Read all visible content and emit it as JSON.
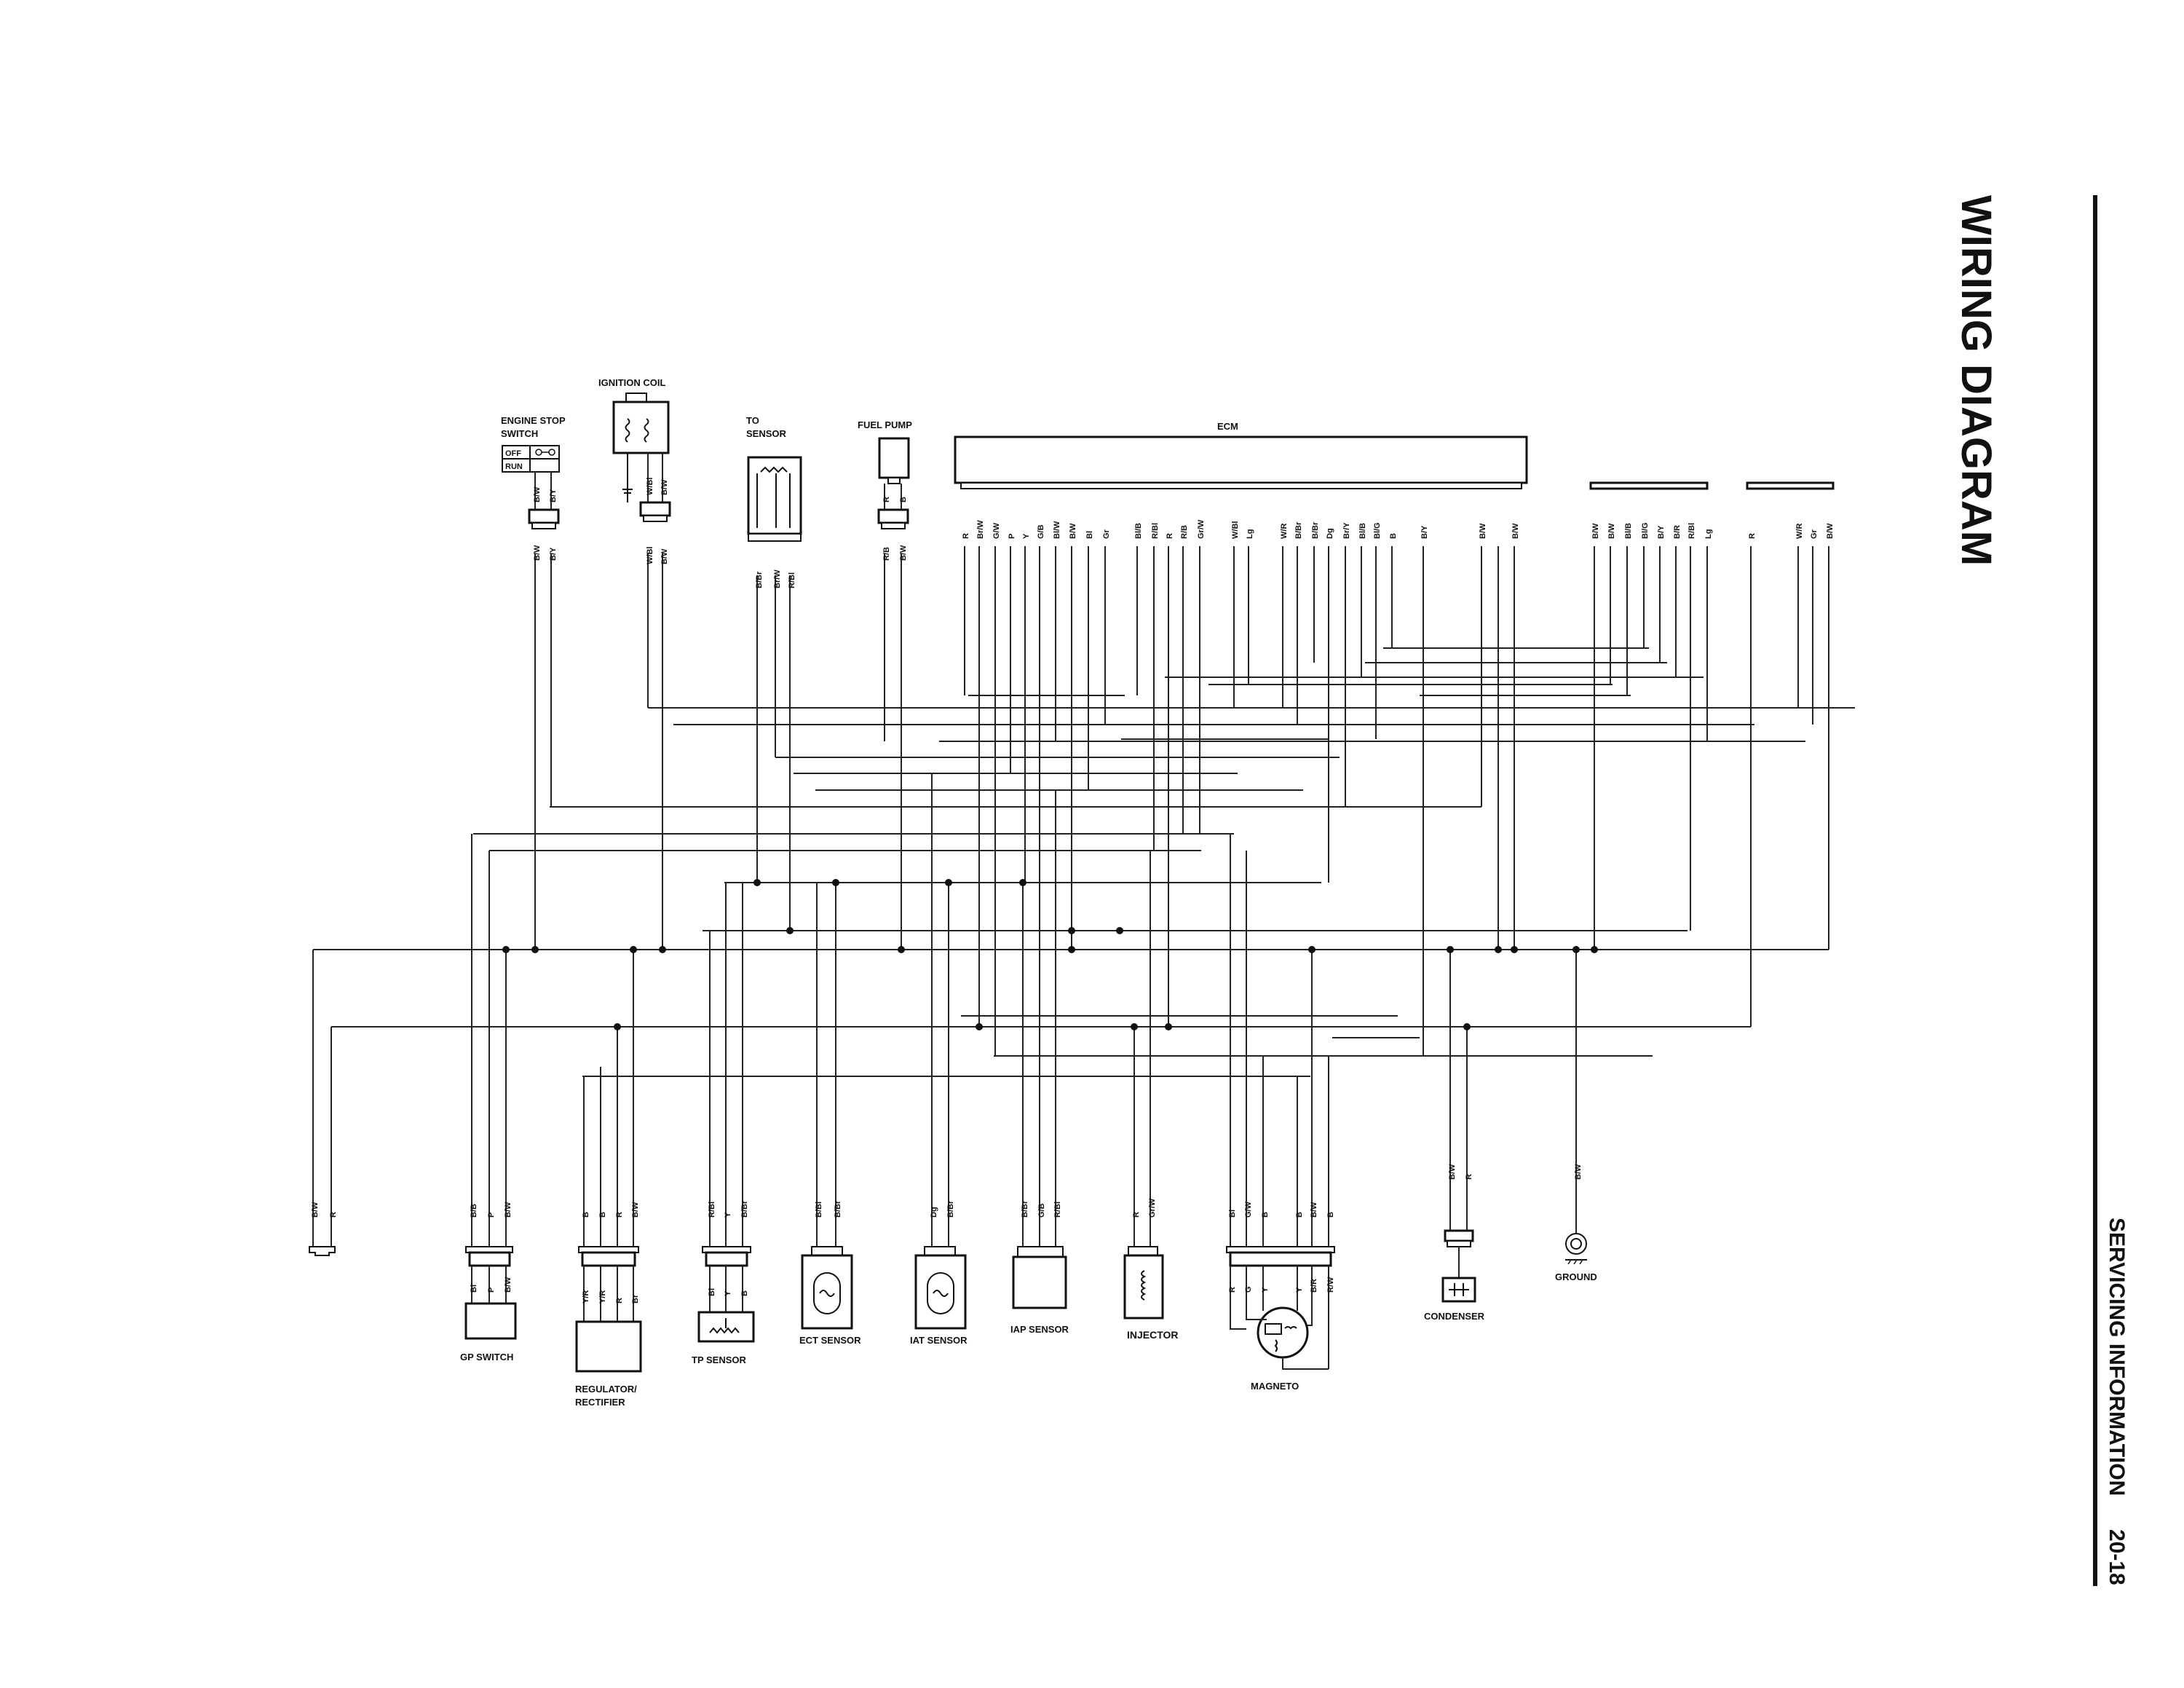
{
  "page": {
    "title": "WIRING DIAGRAM",
    "section": "SERVICING INFORMATION",
    "page_number": "20-18"
  },
  "components": {
    "engine_stop_switch": {
      "label_1": "ENGINE STOP",
      "label_2": "SWITCH",
      "off": "OFF",
      "run": "RUN"
    },
    "ignition_coil": {
      "label": "IGNITION COIL"
    },
    "to_sensor": {
      "label_1": "TO",
      "label_2": "SENSOR"
    },
    "fuel_pump": {
      "label": "FUEL PUMP"
    },
    "ecm": {
      "label": "ECM"
    },
    "gp_switch": {
      "label": "GP SWITCH"
    },
    "regulator_rectifier": {
      "label_1": "REGULATOR/",
      "label_2": "RECTIFIER"
    },
    "tp_sensor": {
      "label": "TP SENSOR"
    },
    "ect_sensor": {
      "label": "ECT SENSOR"
    },
    "iat_sensor": {
      "label": "IAT SENSOR"
    },
    "iap_sensor": {
      "label": "IAP SENSOR"
    },
    "injector": {
      "label": "INJECTOR"
    },
    "magneto": {
      "label": "MAGNETO"
    },
    "condenser": {
      "label": "CONDENSER"
    },
    "ground": {
      "label": "GROUND"
    }
  },
  "wire_labels": {
    "engine_stop_top": [
      "B/W",
      "B/Y"
    ],
    "engine_stop_bottom": [
      "B/W",
      "B/Y"
    ],
    "ignition_coil_top": [
      "W/Bl",
      "B/W"
    ],
    "ignition_coil_bottom": [
      "W/Bl",
      "B/W"
    ],
    "to_sensor": [
      "B/Br",
      "Br/W",
      "R/Bl"
    ],
    "fuel_pump_top": [
      "R",
      "B"
    ],
    "fuel_pump_bottom": [
      "R/B",
      "B/W"
    ],
    "ecm_main": [
      "R",
      "Br/W",
      "G/W",
      "P",
      "Y",
      "G/B",
      "Bl/W",
      "B/W",
      "Bl",
      "Gr",
      "Bl/B",
      "R/Bl",
      "R",
      "R/B",
      "Gr/W",
      "W/Bl",
      "Lg",
      "W/R",
      "B/Br",
      "B/Br",
      "Dg",
      "Br/Y",
      "Bl/B",
      "Bl/G",
      "B",
      "B/Y",
      "B/W",
      "B/W"
    ],
    "ecm_connector_2": [
      "B/W",
      "B/W",
      "Bl/B",
      "Bl/G",
      "B/Y",
      "B/R",
      "R/Bl",
      "Lg"
    ],
    "ecm_connector_3": [
      "R",
      "W/R",
      "Gr",
      "B/W"
    ],
    "loose_end": [
      "B/W",
      "R"
    ],
    "gp_switch_top": [
      "B/B",
      "P",
      "B/W"
    ],
    "gp_switch_bottom": [
      "Bl",
      "P",
      "B/W"
    ],
    "regulator_top": [
      "B",
      "B",
      "R",
      "B/W"
    ],
    "regulator_bottom": [
      "Y/R",
      "Y/R",
      "R",
      "Br"
    ],
    "tp_sensor_top": [
      "R/Bl",
      "Y",
      "B/Br"
    ],
    "tp_sensor_bottom": [
      "Bl",
      "Y",
      "B"
    ],
    "ect_sensor": [
      "B/Bl",
      "B/Br"
    ],
    "iat_sensor": [
      "Dg",
      "B/Br"
    ],
    "iap_sensor": [
      "B/Br",
      "G/B",
      "R/Bl"
    ],
    "injector": [
      "R",
      "Gr/W"
    ],
    "magneto_top": [
      "Bl",
      "G/W",
      "B",
      "B",
      "B/W",
      "B"
    ],
    "magneto_bottom": [
      "R",
      "G",
      "Y",
      "Y",
      "B/R",
      "R/W"
    ],
    "condenser": [
      "B/W",
      "R"
    ],
    "ground": [
      "B/W"
    ]
  }
}
